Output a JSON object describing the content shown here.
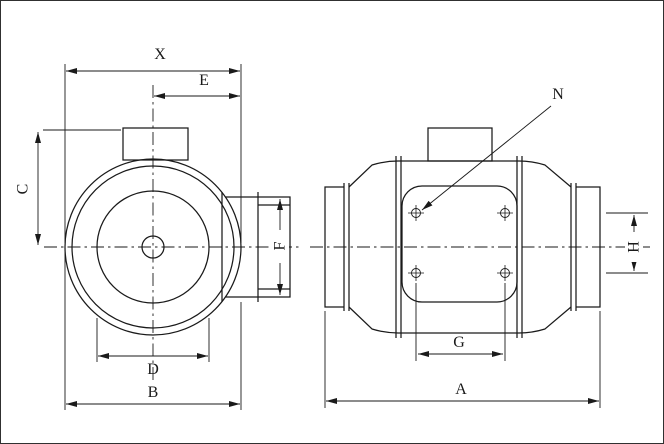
{
  "colors": {
    "line": "#1a1a1a",
    "background": "#ffffff"
  },
  "labels": {
    "x": "X",
    "e": "E",
    "c": "C",
    "f": "F",
    "d": "D",
    "b": "B",
    "n": "N",
    "h": "H",
    "g": "G",
    "a": "A"
  }
}
